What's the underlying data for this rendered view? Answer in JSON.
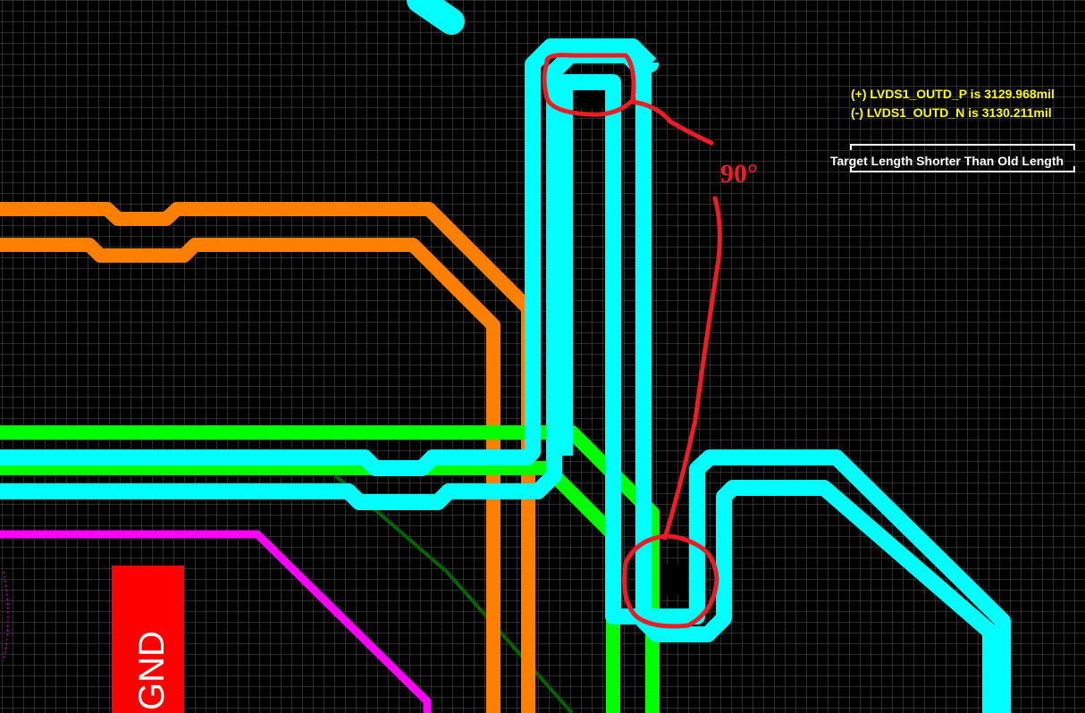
{
  "colors": {
    "background": "#000000",
    "grid": "#5a5a5a",
    "diff_pair_trace": "#00ffff",
    "orange_trace": "#ff7f00",
    "green_trace": "#00ff00",
    "dark_green_trace": "#006400",
    "magenta_trace": "#ff00ff",
    "pad_fill": "#ff0000",
    "readout_text": "#ffff00",
    "target_text": "#ffffff",
    "annotation": "#ee1c25"
  },
  "length_readout": {
    "positive": "(+) LVDS1_OUTD_P is 3129.968mil",
    "negative": "(-) LVDS1_OUTD_N is 3130.211mil"
  },
  "target_message": "Target Length Shorter Than Old Length",
  "pad_label": "GND",
  "annotation": {
    "angle_label": "90°"
  }
}
